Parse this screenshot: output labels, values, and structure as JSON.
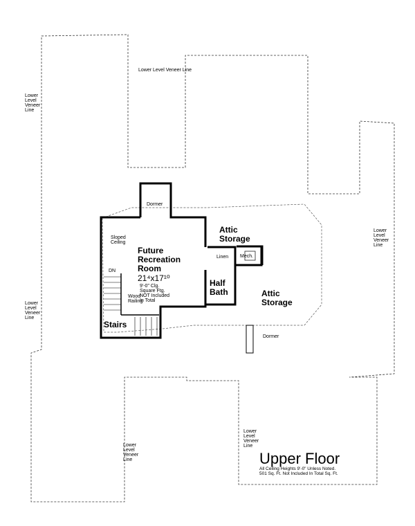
{
  "plan": {
    "title": "Upper Floor",
    "notes": [
      "All Ceiling Heights 9'-0\" Unless Noted.",
      "501 Sq. Ft. Not Included In Total Sq. Ft."
    ],
    "veneer_label": "Lower Level Veneer Line",
    "rooms": {
      "future_rec": {
        "name_lines": [
          "Future",
          "Recreation",
          "Room"
        ],
        "size": "21⁴x17¹⁰",
        "details": [
          "9'-0\" Clg.",
          "Square Ftg.",
          "NOT Included",
          "In Total"
        ]
      },
      "attic_storage_1": "Attic Storage",
      "attic_storage_2": "Attic Storage",
      "half_bath": "Half Bath",
      "stairs": "Stairs",
      "linen": "Linen",
      "mech": "Mech.",
      "dormer": "Dormer"
    },
    "annotations": {
      "sloped_ceiling": "Sloped Ceiling",
      "wood_railing": "Wood Railing",
      "dn": "DN",
      "dormer_2": "Dormer"
    }
  }
}
